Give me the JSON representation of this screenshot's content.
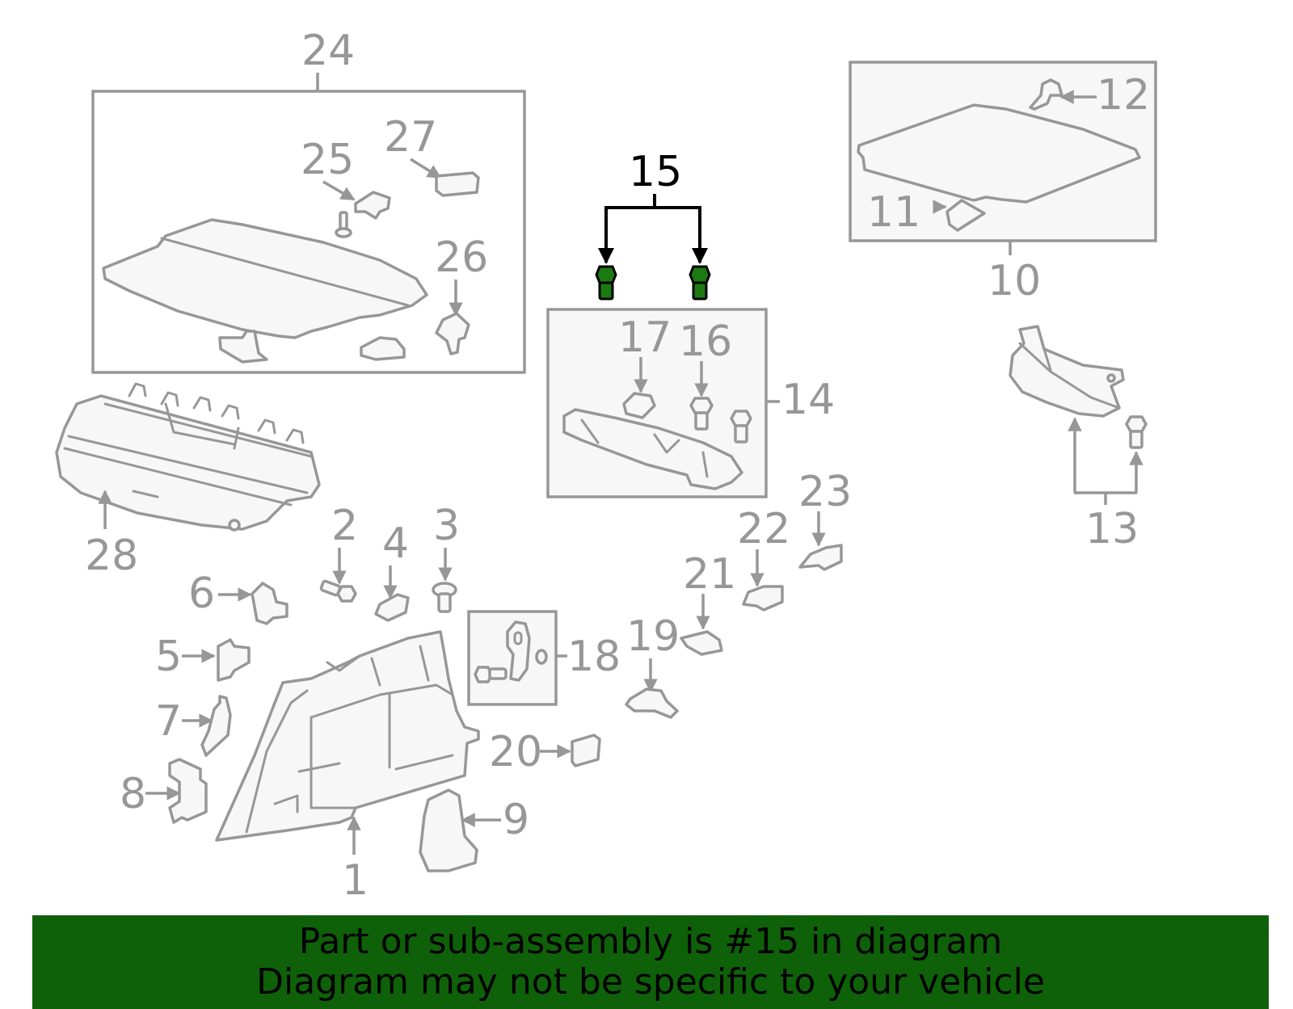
{
  "diagram": {
    "callouts": {
      "c1": "1",
      "c2": "2",
      "c3": "3",
      "c4": "4",
      "c5": "5",
      "c6": "6",
      "c7": "7",
      "c8": "8",
      "c9": "9",
      "c10": "10",
      "c11": "11",
      "c12": "12",
      "c13": "13",
      "c14": "14",
      "c15": "15",
      "c16": "16",
      "c17": "17",
      "c18": "18",
      "c19": "19",
      "c20": "20",
      "c21": "21",
      "c22": "22",
      "c23": "23",
      "c24": "24",
      "c25": "25",
      "c26": "26",
      "c27": "27",
      "c28": "28"
    },
    "highlighted_part": "15",
    "colors": {
      "line_gray": "#979797",
      "highlight_green": "#1c7a12",
      "banner_green": "#0f6109"
    }
  },
  "banner": {
    "line1": "Part or sub-assembly is #15 in diagram",
    "line2": "Diagram may not be specific to your vehicle"
  }
}
